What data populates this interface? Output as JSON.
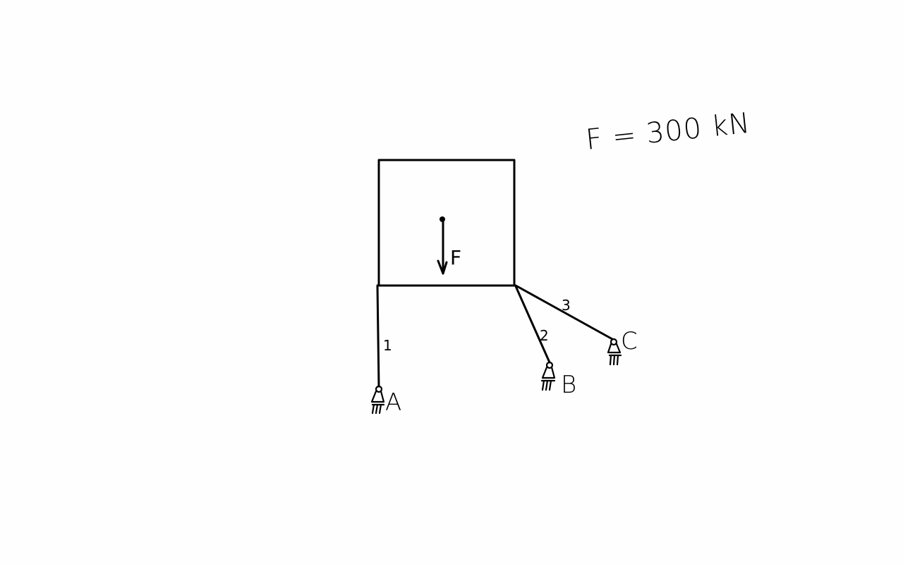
{
  "given": {
    "force_equation": "F = 300 kN"
  },
  "load": {
    "label": "F"
  },
  "bars": [
    {
      "label": "1"
    },
    {
      "label": "2"
    },
    {
      "label": "3"
    }
  ],
  "supports": [
    {
      "label": "A"
    },
    {
      "label": "B"
    },
    {
      "label": "C"
    }
  ]
}
